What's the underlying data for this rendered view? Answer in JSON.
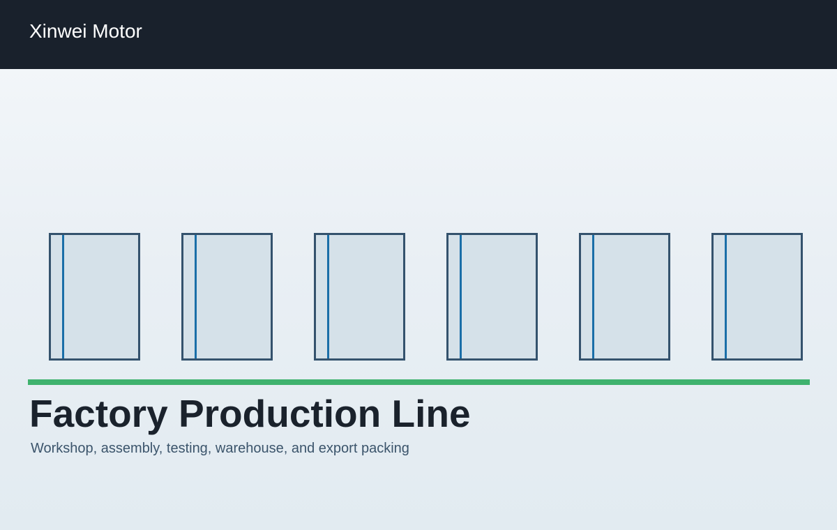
{
  "header": {
    "brand": "Xinwei Motor"
  },
  "hero": {
    "panel_count": 6,
    "title": "Factory Production Line",
    "subtitle": "Workshop, assembly, testing, warehouse, and export packing"
  },
  "colors": {
    "header_bg": "#19212c",
    "accent_line": "#3fb26e",
    "panel_border": "#34526d",
    "panel_fill": "#d5e1e9",
    "panel_stripe": "#1a6ea8"
  }
}
